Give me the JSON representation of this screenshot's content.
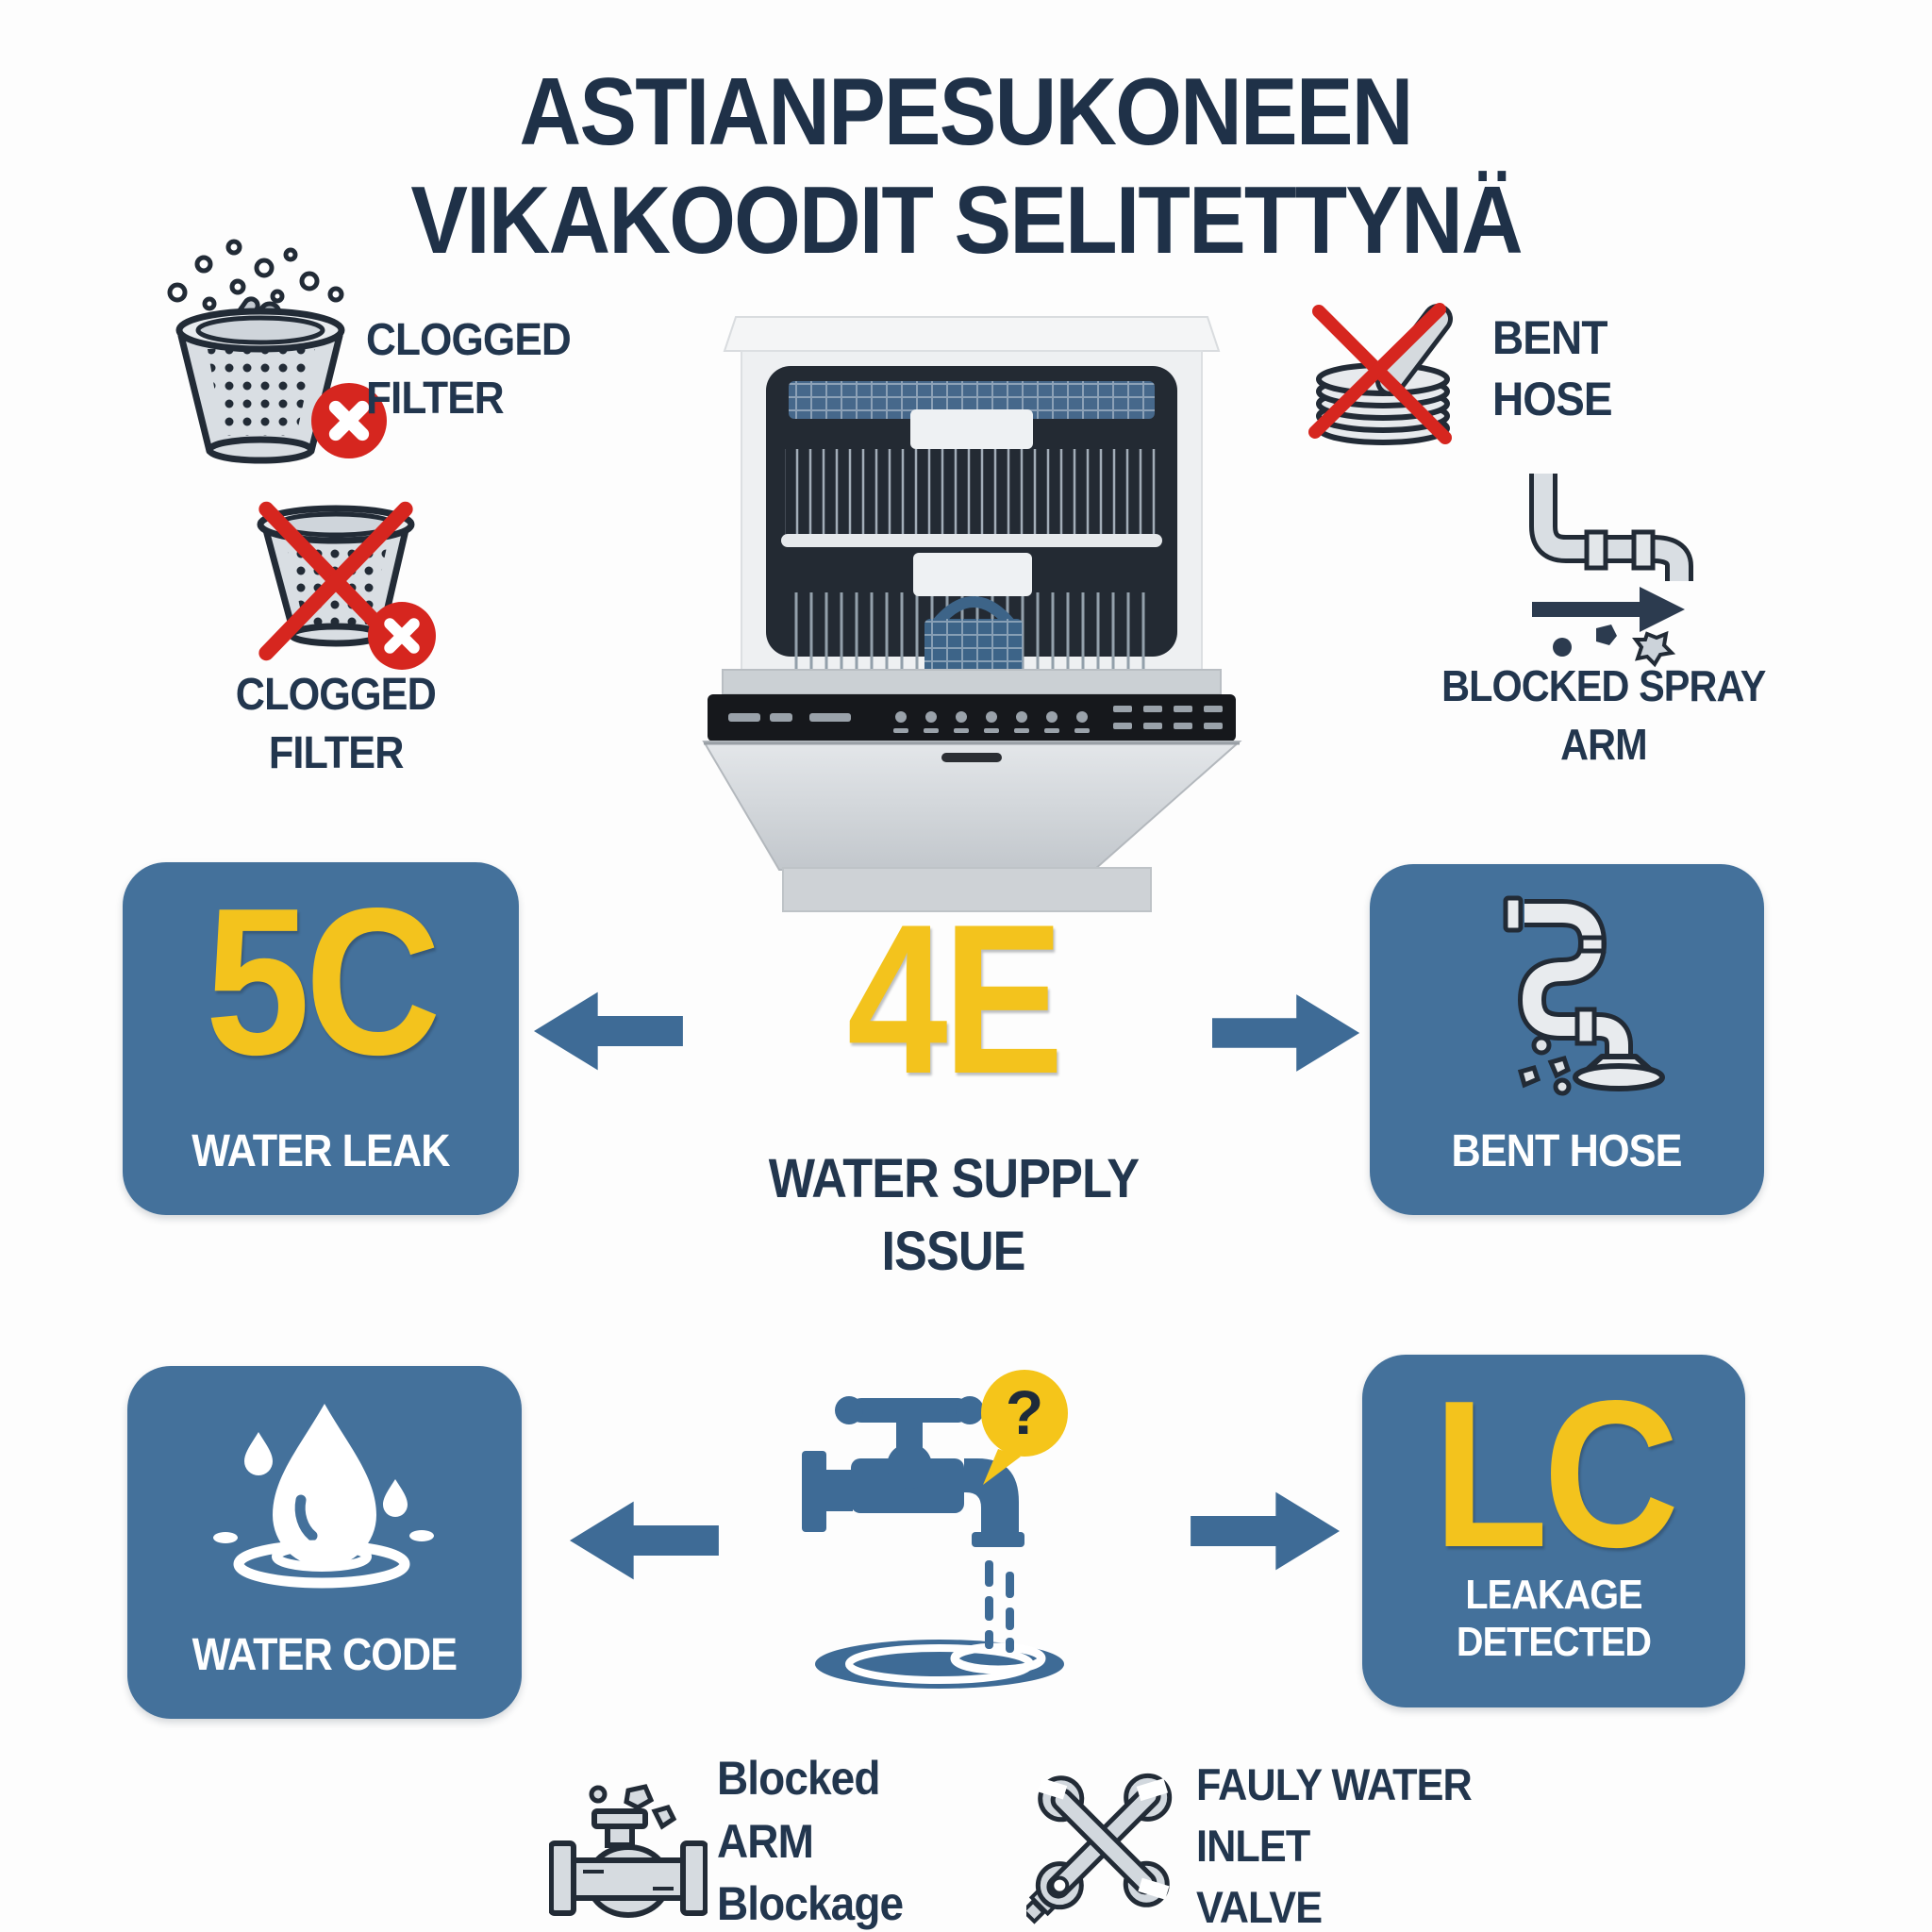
{
  "title": {
    "line1": "ASTIANPESUKONEEN",
    "line2": "VIKAKOODIT SELITETTYNÄ"
  },
  "colors": {
    "navy_text": "#22364e",
    "card_blue": "#44719b",
    "arrow_blue": "#3e6b96",
    "code_yellow": "#f3c31d",
    "error_red": "#d6261f",
    "icon_gray": "#d6dbe0",
    "white": "#ffffff"
  },
  "sections": {
    "clogged_filter_top": {
      "line1": "CLOGGED",
      "line2": "FILTER"
    },
    "clogged_filter_bottom": {
      "line1": "CLOGGED",
      "line2": "FILTER"
    },
    "bent_hose_top": {
      "line1": "BENT",
      "line2": "HOSE"
    },
    "blocked_spray_arm": {
      "line1": "BLOCKED SPRAY",
      "line2": "ARM"
    },
    "water_leak_box": {
      "code": "5C",
      "label": "WATER LEAK"
    },
    "water_supply": {
      "code": "4E",
      "label_line1": "WATER SUPPLY",
      "label_line2": "ISSUE"
    },
    "bent_hose_box": {
      "label": "BENT HOSE"
    },
    "water_code_box": {
      "label": "WATER CODE"
    },
    "faucet": {
      "question_mark": "?"
    },
    "leakage_box": {
      "code": "LC",
      "label": "LEAKAGE DETECTED"
    },
    "arm_blockage": {
      "line1": "Blocked",
      "line2": "ARM",
      "line3": "Blockage"
    },
    "inlet_valve": {
      "line1": "FAULY WATER",
      "line2": "INLET",
      "line3": "VALVE"
    }
  }
}
